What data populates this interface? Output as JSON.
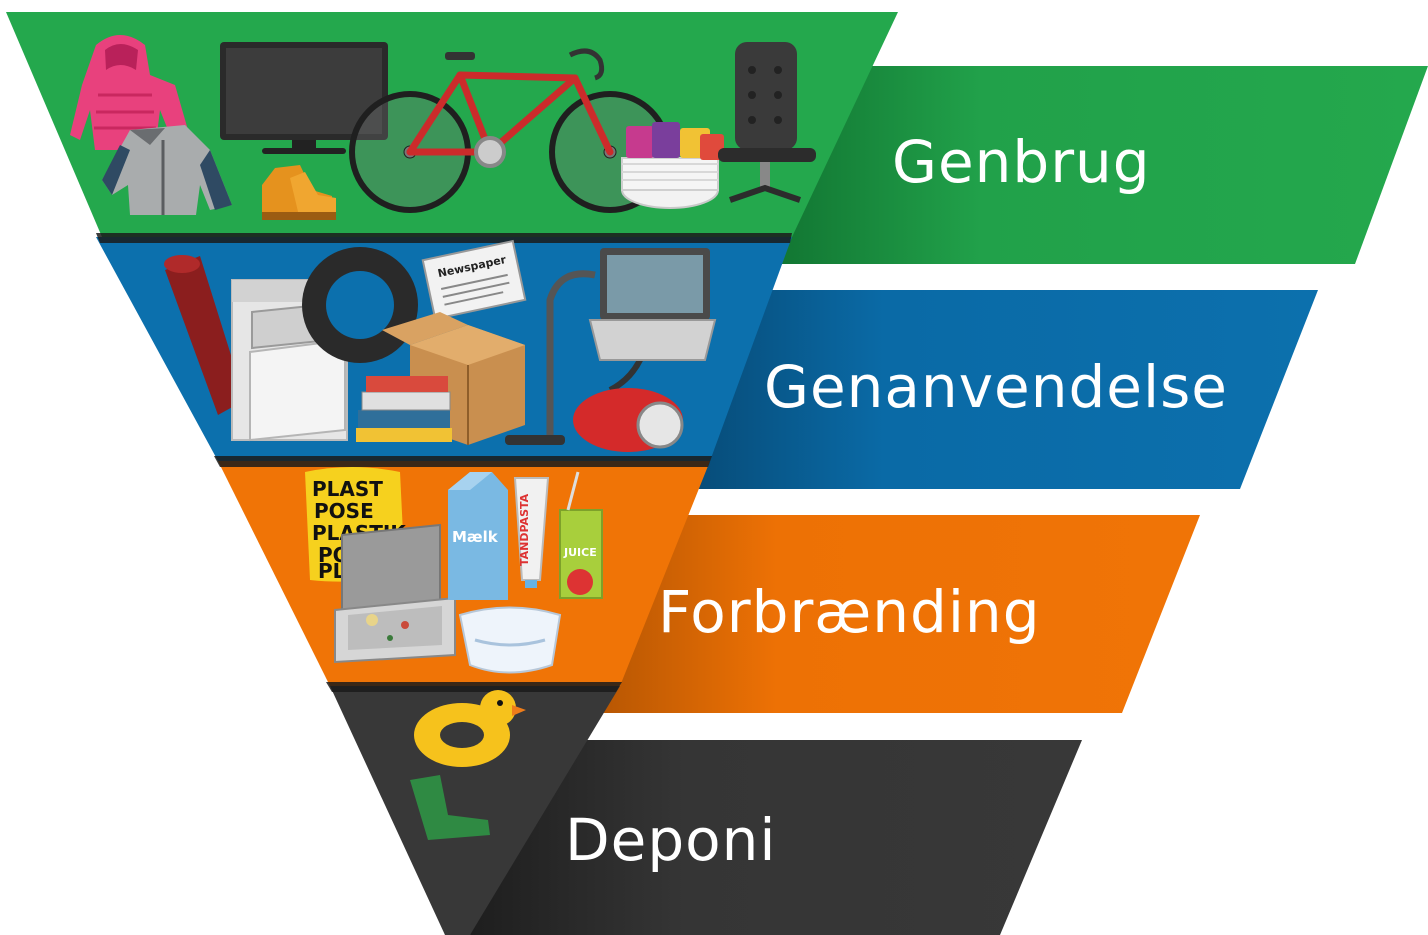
{
  "levels": [
    {
      "id": "genbrug",
      "label": "Genbrug",
      "color": "#21a14a"
    },
    {
      "id": "genanvendelse",
      "label": "Genanvendelse",
      "color": "#0a6aa6"
    },
    {
      "id": "forbraending",
      "label": "Forbrænding",
      "color": "#ed7105"
    },
    {
      "id": "deponi",
      "label": "Deponi",
      "color": "#353535"
    }
  ],
  "item_texts": {
    "newspaper": "Newspaper",
    "bag_lines": [
      "PLAST",
      "POSE",
      "PLASTIK",
      "POSE",
      "PLAST"
    ],
    "milk": "Mælk",
    "toothpaste": "TANDPASTA",
    "juice": "JUICE"
  }
}
